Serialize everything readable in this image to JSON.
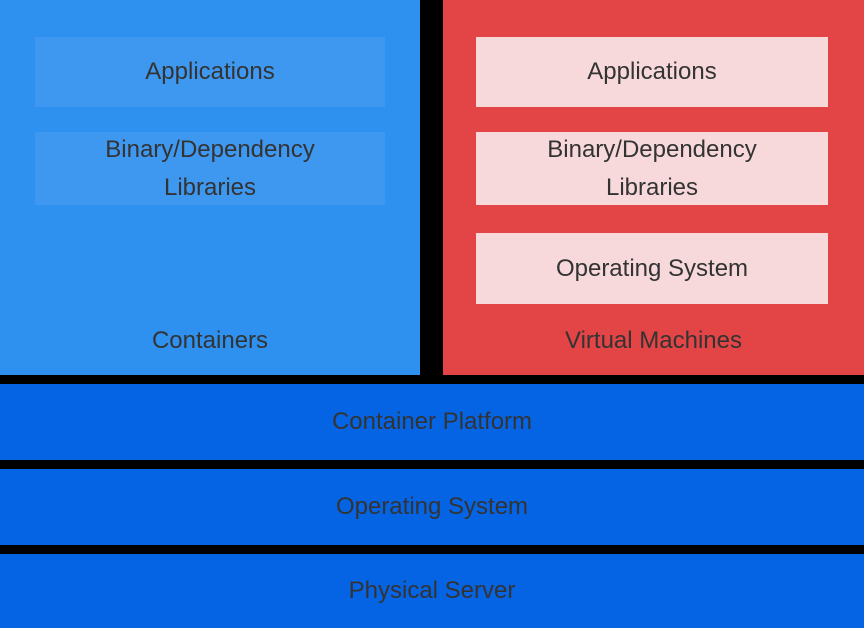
{
  "colors": {
    "background": "#000000",
    "container_panel": "#2E90EF",
    "container_inner_box": "rgba(255,255,255,0.08)",
    "vm_panel": "#E34445",
    "vm_inner_box": "#F8D9DB",
    "platform_bar": "#0564E4",
    "text": "#333333"
  },
  "containers": {
    "label": "Containers",
    "layers": [
      "Applications",
      "Binary/Dependency Libraries"
    ]
  },
  "virtual_machines": {
    "label": "Virtual Machines",
    "layers": [
      "Applications",
      "Binary/Dependency Libraries",
      "Operating System"
    ]
  },
  "stack": {
    "layers": [
      "Container Platform",
      "Operating System",
      "Physical Server"
    ]
  }
}
